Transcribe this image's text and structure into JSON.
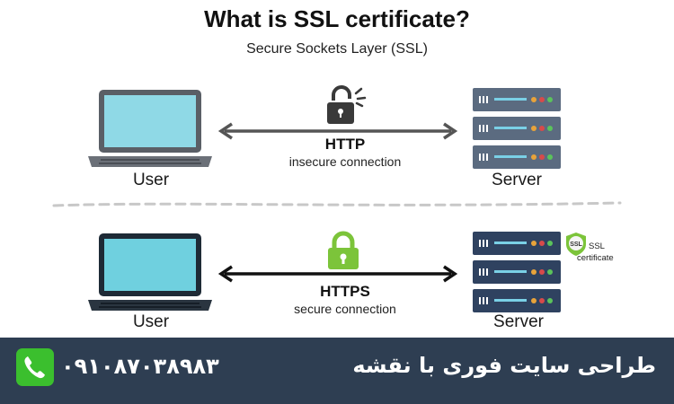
{
  "title": "What is SSL certificate?",
  "subtitle": "Secure Sockets Layer (SSL)",
  "top": {
    "user_label": "User",
    "server_label": "Server",
    "protocol": "HTTP",
    "description": "insecure connection",
    "lock_state": "unlocked",
    "lock_icon": "open-padlock-icon",
    "lock_color": "#3a3a3a"
  },
  "bottom": {
    "user_label": "User",
    "server_label": "Server",
    "protocol": "HTTPS",
    "description": "secure connection",
    "lock_state": "locked",
    "lock_icon": "closed-padlock-icon",
    "lock_color": "#7cc43a",
    "badge_text": "SSL",
    "certificate_label_line1": "SSL",
    "certificate_label_line2": "certificate"
  },
  "colors": {
    "server_body": "#5b6b80",
    "server_body_dark": "#2f4260",
    "laptop_screen": "#6fd0df",
    "footer_bg": "#2e3e52",
    "phone_badge": "#3bbf2e"
  },
  "footer": {
    "phone": "۰۹۱۰۸۷۰۳۸۹۸۳",
    "brand": "طراحی سایت فوری با نقشه",
    "phone_icon": "phone-icon"
  }
}
